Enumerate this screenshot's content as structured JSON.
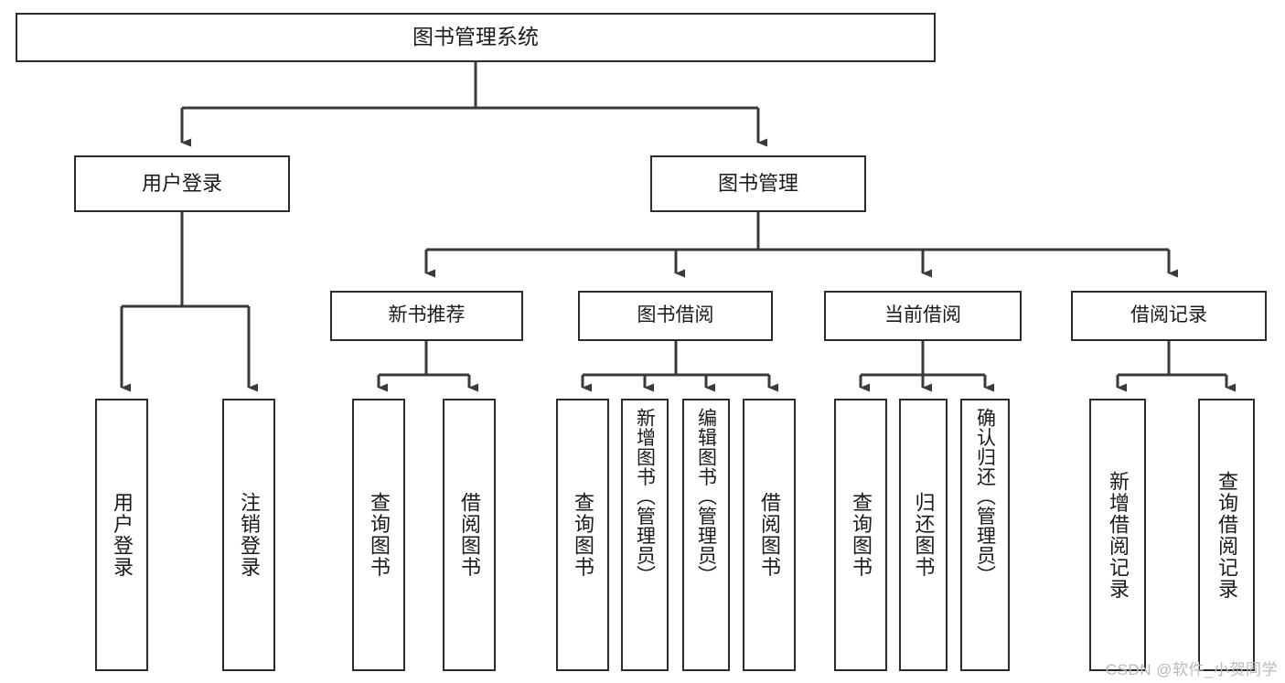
{
  "diagram": {
    "title": "图书管理系统",
    "type": "tree-hierarchy",
    "colors": {
      "box_border": "#2b2b2b",
      "box_fill": "#ffffff",
      "connector": "#3a3a3a",
      "text": "#1a1a1a",
      "watermark": "#b9b9b9",
      "background": "#ffffff"
    }
  },
  "root": {
    "label": "图书管理系统"
  },
  "level2": [
    {
      "id": "user-login",
      "label": "用户登录"
    },
    {
      "id": "book-manage",
      "label": "图书管理"
    }
  ],
  "level3": [
    {
      "id": "new-book-recommend",
      "label": "新书推荐"
    },
    {
      "id": "book-borrow",
      "label": "图书借阅"
    },
    {
      "id": "current-borrow",
      "label": "当前借阅"
    },
    {
      "id": "borrow-record",
      "label": "借阅记录"
    }
  ],
  "leaves": [
    {
      "id": "leaf-user-login",
      "label": "用户登录",
      "parent": "user-login"
    },
    {
      "id": "leaf-logout",
      "label": "注销登录",
      "parent": "user-login"
    },
    {
      "id": "leaf-query-book-1",
      "label": "查询图书",
      "parent": "new-book-recommend"
    },
    {
      "id": "leaf-borrow-book-1",
      "label": "借阅图书",
      "parent": "new-book-recommend"
    },
    {
      "id": "leaf-query-book-2",
      "label": "查询图书",
      "parent": "book-borrow"
    },
    {
      "id": "leaf-add-book",
      "label": "新增图书（管理员）",
      "parent": "book-borrow"
    },
    {
      "id": "leaf-edit-book",
      "label": "编辑图书（管理员）",
      "parent": "book-borrow"
    },
    {
      "id": "leaf-borrow-book-2",
      "label": "借阅图书",
      "parent": "book-borrow"
    },
    {
      "id": "leaf-query-book-3",
      "label": "查询图书",
      "parent": "current-borrow"
    },
    {
      "id": "leaf-return-book",
      "label": "归还图书",
      "parent": "current-borrow"
    },
    {
      "id": "leaf-confirm-return",
      "label": "确认归还（管理员）",
      "parent": "current-borrow"
    },
    {
      "id": "leaf-add-record",
      "label": "新增借阅记录",
      "parent": "borrow-record"
    },
    {
      "id": "leaf-query-record",
      "label": "查询借阅记录",
      "parent": "borrow-record"
    }
  ],
  "watermark": {
    "text": "CSDN @软件_小贺同学"
  }
}
